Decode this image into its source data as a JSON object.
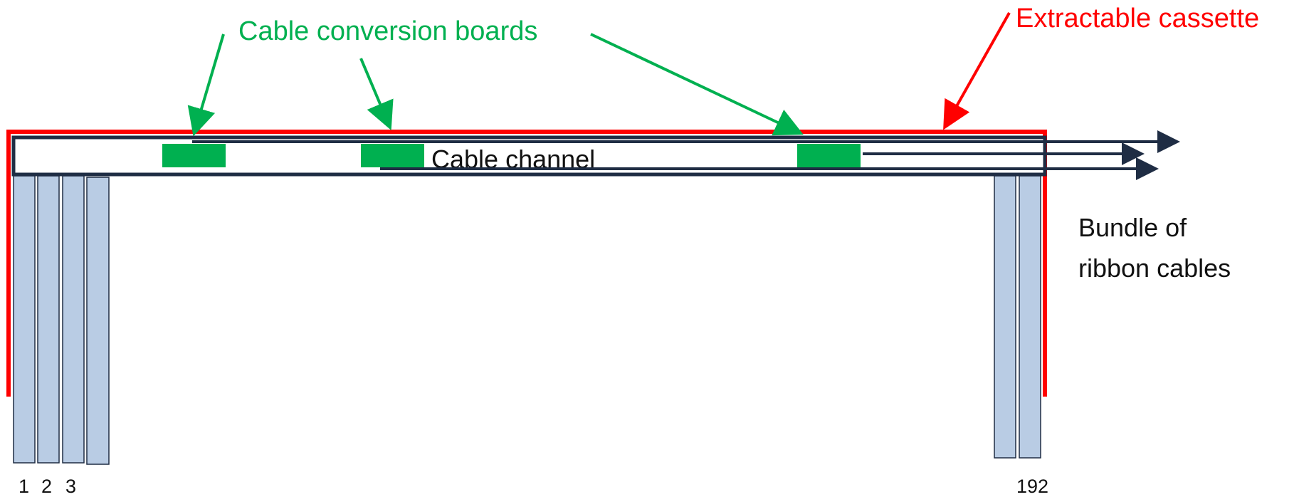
{
  "labels": {
    "cable_conversion_boards": "Cable conversion boards",
    "extractable_cassette": "Extractable cassette",
    "cable_channel": "Cable channel",
    "bundle_line1": "Bundle of",
    "bundle_line2": "ribbon cables",
    "num_1": "1",
    "num_2": "2",
    "num_3": "3",
    "num_192": "192"
  },
  "colors": {
    "green": "#00b050",
    "red": "#ff0000",
    "navy": "#1f2d44",
    "ribbon": "#b9cce4",
    "text_dark": "#111111"
  }
}
